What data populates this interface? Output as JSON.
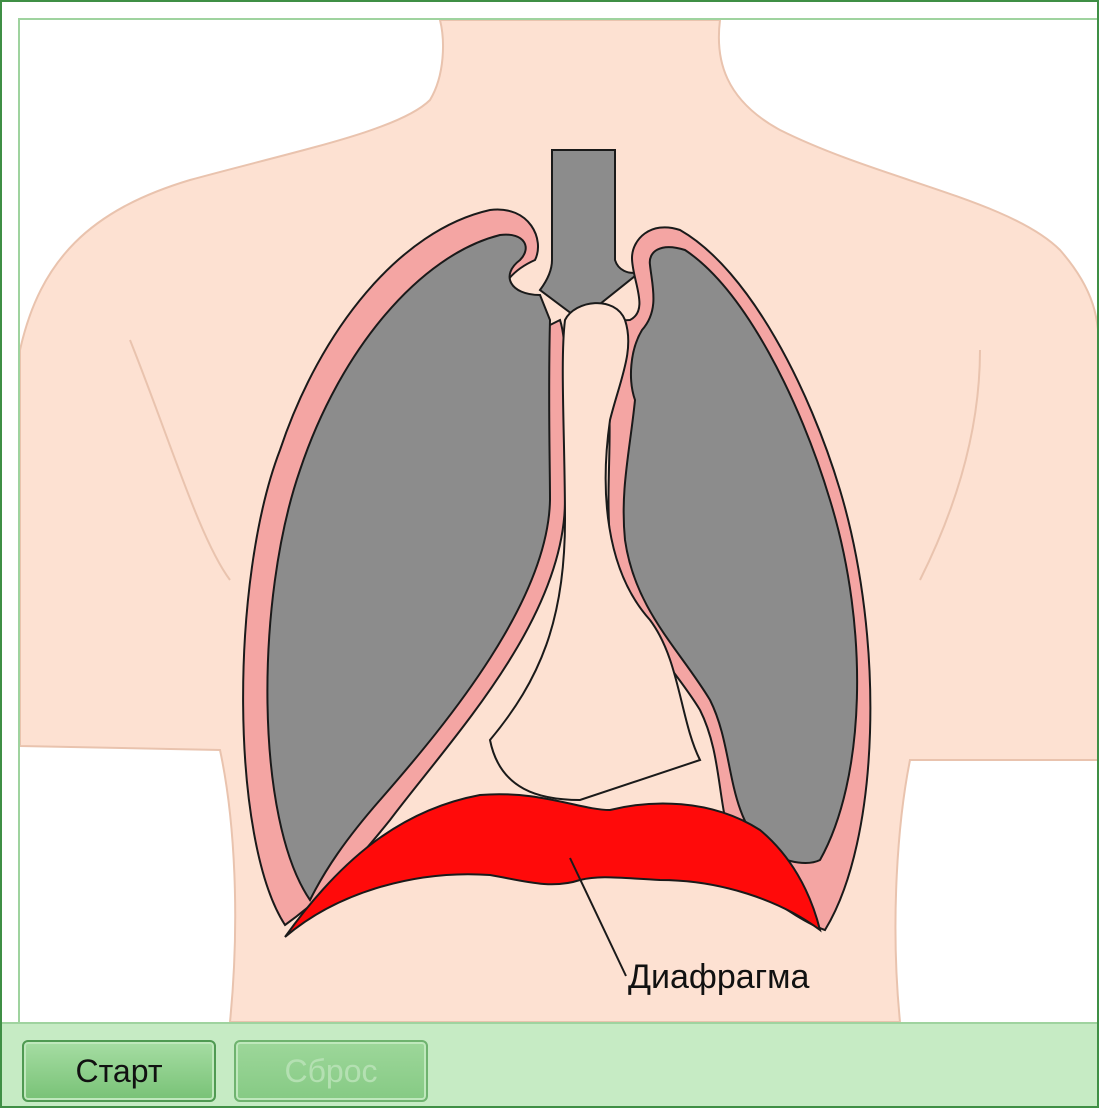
{
  "diagram": {
    "label_diaphragm": "Диафрагма",
    "colors": {
      "skin": "#fde1d2",
      "skin_outline": "#e9c3ae",
      "lung": "#8c8c8c",
      "pleura": "#f4a5a3",
      "diaphragm": "#ff0a0a",
      "outline": "#1a1a1a"
    }
  },
  "toolbar": {
    "start_label": "Старт",
    "reset_label": "Сброс",
    "reset_enabled": false
  }
}
